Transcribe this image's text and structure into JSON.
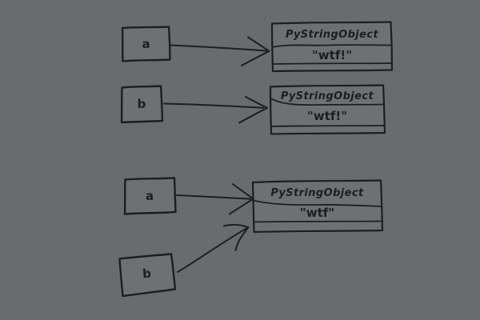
{
  "colors": {
    "background": "#696b6f",
    "ink": "#1d1e20",
    "box_fill": "#6e7074"
  },
  "top_section": {
    "variable": "a",
    "object": {
      "type_label": "PyStringObject",
      "value": "\"wtf!\""
    }
  },
  "middle_section": {
    "variable": "b",
    "object": {
      "type_label": "PyStringObject",
      "value": "\"wtf!\""
    }
  },
  "bottom_section": {
    "variable_a": "a",
    "variable_b": "b",
    "object": {
      "type_label": "PyStringObject",
      "value": "\"wtf\""
    }
  }
}
